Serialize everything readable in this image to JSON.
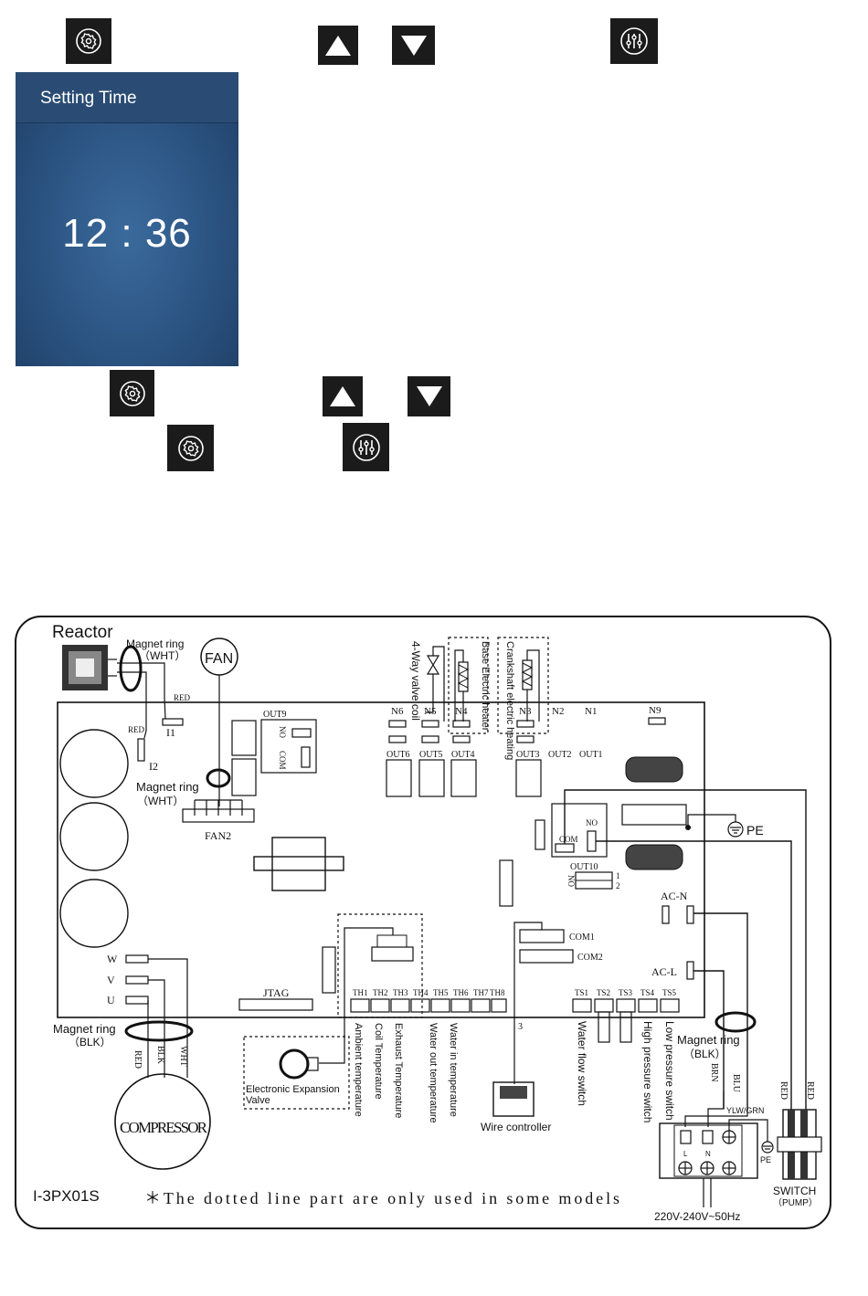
{
  "toolbar_top": {
    "settings_icon": "gear-icon",
    "up_icon": "up-arrow-icon",
    "down_icon": "down-arrow-icon",
    "adjust_icon": "sliders-icon"
  },
  "time_panel": {
    "title": "Setting Time",
    "time": "12 : 36"
  },
  "toolbar_mid": {
    "settings_icon": "gear-icon",
    "up_icon": "up-arrow-icon",
    "down_icon": "down-arrow-icon"
  },
  "toolbar_bottom": {
    "settings_icon": "gear-icon",
    "adjust_icon": "sliders-icon"
  },
  "diagram": {
    "reactor": "Reactor",
    "magnet_ring_top": "Magnet ring",
    "wht_top": "（WHT）",
    "fan": "FAN",
    "red_top": "RED",
    "i1": "I1",
    "red_left": "RED",
    "i2": "I2",
    "out9": "OUT9",
    "no_out9": "NO",
    "com_out9": "COM",
    "magnet_ring_fan": "Magnet ring",
    "wht_fan": "（WHT）",
    "fan2": "FAN2",
    "four_way_valve": "4-Way valve coil",
    "base_heater": "Base Electric heater",
    "crankshaft_heater": "Crankshaft electric heating",
    "n6": "N6",
    "n5": "N5",
    "n4": "N4",
    "n3": "N3",
    "n2": "N2",
    "n1": "N1",
    "n9": "N9",
    "out6": "OUT6",
    "out5": "OUT5",
    "out4": "OUT4",
    "out3": "OUT3",
    "out2": "OUT2",
    "out1": "OUT1",
    "no_out10": "NO",
    "com_out10": "COM",
    "out10": "OUT10",
    "no_small": "NO",
    "pin1": "1",
    "pin2": "2",
    "pe_right": "PE",
    "ac_n": "AC-N",
    "ac_l": "AC-L",
    "com1": "COM1",
    "com2": "COM2",
    "w": "W",
    "v": "V",
    "u": "U",
    "jtag": "JTAG",
    "th1": "TH1",
    "th2": "TH2",
    "th3": "TH3",
    "th4": "TH4",
    "th5": "TH5",
    "th6": "TH6",
    "th7": "TH7",
    "th8": "TH8",
    "ts1": "TS1",
    "ts2": "TS2",
    "ts3": "TS3",
    "ts4": "TS4",
    "ts5": "TS5",
    "magnet_ring_comp": "Magnet ring",
    "blk_comp": "（BLK）",
    "red_comp": "RED",
    "blk_wire": "BLK",
    "wht_wire": "WHT",
    "compressor": "COMPRESSOR",
    "eev": "Electronic Expansion",
    "eev2": "Valve",
    "ambient": "Ambient temperature",
    "coil": "Coil Temperature",
    "exhaust": "Exhaust Temperature",
    "water_out": "Water out temperature",
    "water_in": "Water in temperature",
    "wire_three": "3",
    "wire_controller": "Wire controller",
    "water_flow": "Water flow switch",
    "high_pressure": "High pressure switch",
    "low_pressure": "Low pressure switch",
    "magnet_ring_right": "Magnet ring",
    "blk_right": "（BLK）",
    "brn": "BRN",
    "blu": "BLU",
    "ylw_grn": "YLW/GRN",
    "pe_bottom": "PE",
    "l": "L",
    "n": "N",
    "red_sw1": "RED",
    "red_sw2": "RED",
    "switch": "SWITCH",
    "pump": "（PUMP）",
    "power": "220V-240V~50Hz",
    "model": "I-3PX01S",
    "note": "＊The dotted line part are only used in some models"
  }
}
